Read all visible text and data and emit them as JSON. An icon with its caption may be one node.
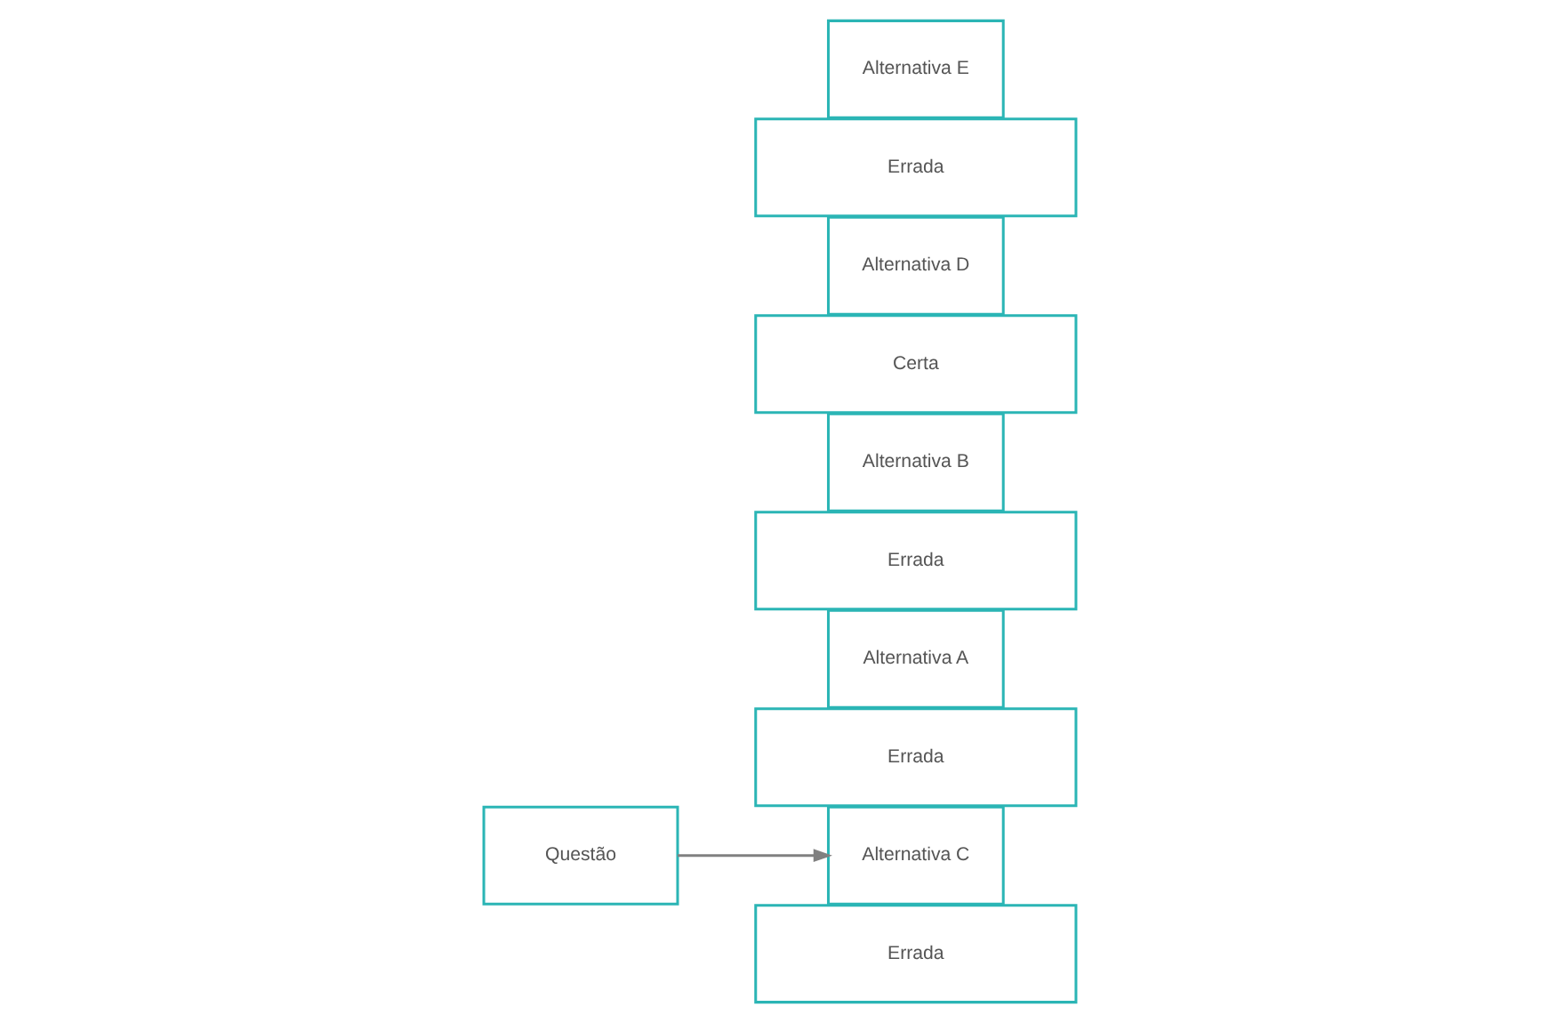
{
  "diagram": {
    "nodes": [
      {
        "text": [
          "Questão"
        ]
      },
      {
        "text": [
          "Alternativa A"
        ]
      },
      {
        "text": [
          "Errada"
        ]
      },
      {
        "text": [
          "Alternativa B"
        ]
      },
      {
        "text": [
          "Errada"
        ]
      },
      {
        "text": [
          "Alternativa C"
        ]
      },
      {
        "text": [
          "Errada"
        ]
      },
      {
        "text": [
          "Alternativa D"
        ]
      },
      {
        "text": [
          "Certa"
        ]
      },
      {
        "text": [
          "Alternativa E"
        ]
      },
      {
        "text": [
          "Errada"
        ]
      }
    ],
    "edges": [
      {
        "from": 0,
        "to": 5,
        "arrow": "to"
      }
    ]
  }
}
